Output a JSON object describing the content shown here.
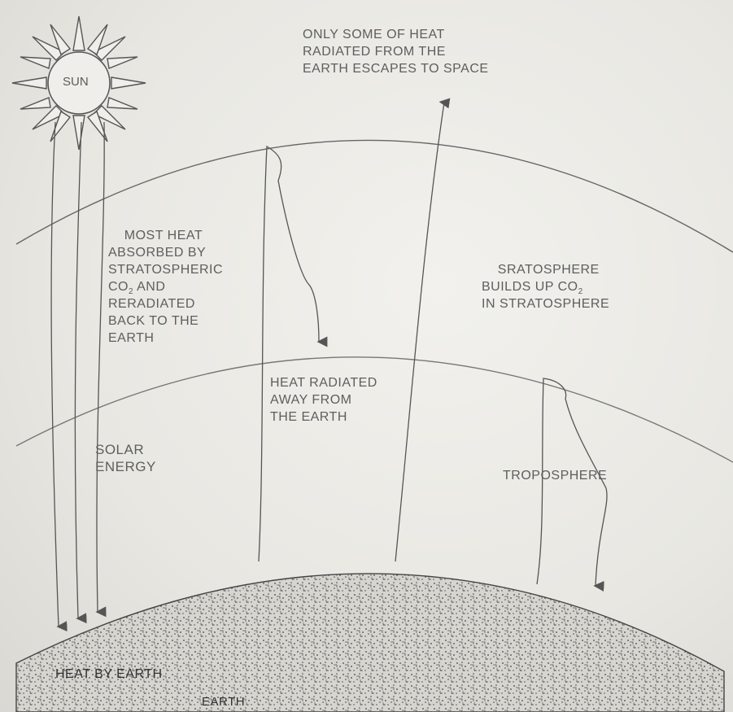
{
  "diagram": {
    "sun_label": "SUN",
    "labels": {
      "escape": "ONLY SOME OF HEAT\nRADIATED FROM THE\nEARTH ESCAPES TO SPACE",
      "absorbed_line1": "MOST HEAT\nABSORBED BY\nSTRATOSPHERIC",
      "absorbed_co2": "CO",
      "absorbed_co2_sub": "2",
      "absorbed_co2_tail": " AND",
      "absorbed_line2": "RERADIATED\nBACK TO THE\nEARTH",
      "stratosphere_line1": "SRATOSPHERE",
      "stratosphere_line2": "BUILDS UP CO",
      "stratosphere_sub": "2",
      "stratosphere_line3": "IN STRATOSPHERE",
      "heat_radiated": "HEAT RADIATED\nAWAY FROM\nTHE EARTH",
      "solar_energy": "SOLAR\nENERGY",
      "troposphere": "TROPOSPHERE",
      "heat_by_earth": "HEAT BY EARTH",
      "earth": "EARTH"
    },
    "colors": {
      "ink": "#5e5e5e",
      "earth_fill": "#d4d3cf",
      "background": "#ecebe7"
    },
    "icons": [
      "sun-icon",
      "arrow-icon"
    ]
  }
}
